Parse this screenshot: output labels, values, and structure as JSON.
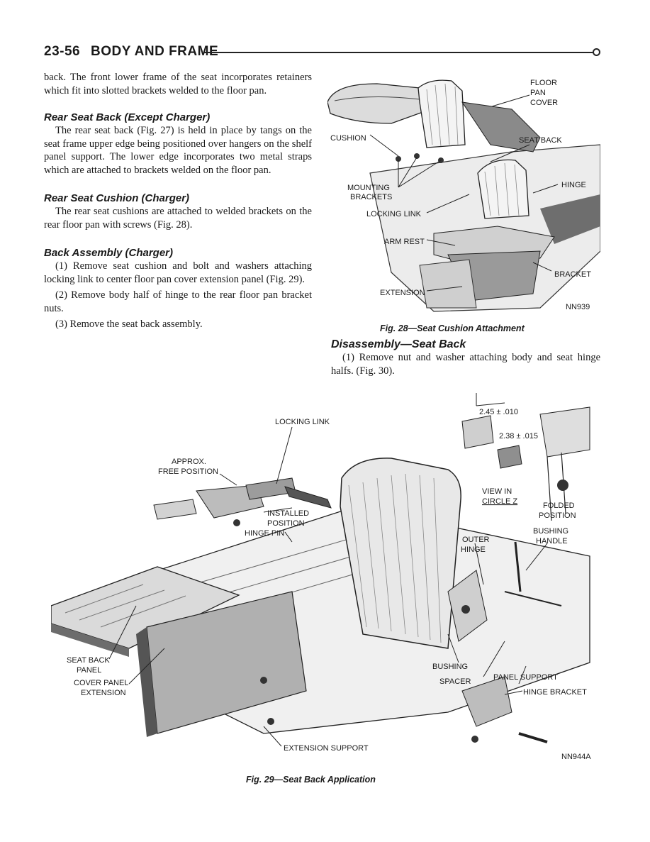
{
  "header": {
    "page_number": "23-56",
    "section_title": "BODY AND FRAME"
  },
  "left_column": {
    "intro": "back. The front lower frame of the seat incorporates retainers which fit into slotted brackets welded to the floor pan.",
    "rear_seat_back": {
      "heading": "Rear Seat Back (Except Charger)",
      "body": "The rear seat back (Fig. 27) is held in place by tangs on the seat frame upper edge being positioned over hangers on the shelf panel support. The lower edge incorporates two metal straps which are attached to brackets welded on the floor pan."
    },
    "rear_seat_cushion": {
      "heading": "Rear Seat Cushion (Charger)",
      "body": "The rear seat cushions are attached to welded brackets on the rear floor pan with screws (Fig. 28)."
    },
    "back_assembly": {
      "heading": "Back Assembly (Charger)",
      "step1": "(1) Remove seat cushion and bolt and washers attaching locking link to center floor pan cover extension panel (Fig. 29).",
      "step2": "(2) Remove body half of hinge to the rear floor pan bracket nuts.",
      "step3": "(3) Remove the seat back assembly."
    }
  },
  "right_column": {
    "disassembly": {
      "heading": "Disassembly—Seat Back",
      "step1": "(1) Remove nut and washer attaching body and seat hinge halfs. (Fig. 30)."
    }
  },
  "figure28": {
    "caption": "Fig. 28—Seat Cushion Attachment",
    "code": "NN939",
    "labels": {
      "floor_pan_cover": [
        "FLOOR",
        "PAN",
        "COVER"
      ],
      "cushion": "CUSHION",
      "seat_back": "SEAT BACK",
      "mounting_brackets": [
        "MOUNTING",
        "BRACKETS"
      ],
      "hinge": "HINGE",
      "locking_link": "LOCKING LINK",
      "arm_rest": "ARM REST",
      "bracket": "BRACKET",
      "extension": "EXTENSION"
    }
  },
  "figure29": {
    "caption": "Fig. 29—Seat Back Application",
    "code": "NN944A",
    "labels": {
      "locking_link": "LOCKING LINK",
      "approx_free_position": [
        "APPROX.",
        "FREE POSITION"
      ],
      "installed_position": [
        "INSTALLED",
        "POSITION"
      ],
      "hinge_pin": "HINGE PIN",
      "dim1": "2.45 ± .010",
      "dim2": "2.38 ± .015",
      "view_in_circle_z": [
        "VIEW IN",
        "CIRCLE Z"
      ],
      "folded_position": [
        "FOLDED",
        "POSITION"
      ],
      "bushing_handle": [
        "BUSHING",
        "HANDLE"
      ],
      "outer_hinge": [
        "OUTER",
        "HINGE"
      ],
      "seat_back_panel": [
        "SEAT BACK",
        "PANEL"
      ],
      "cover_panel_extension": [
        "COVER PANEL",
        "EXTENSION"
      ],
      "bushing": "BUSHING",
      "spacer": "SPACER",
      "panel_support": "PANEL SUPPORT",
      "hinge_bracket": "HINGE BRACKET",
      "extension_support": "EXTENSION SUPPORT"
    }
  }
}
